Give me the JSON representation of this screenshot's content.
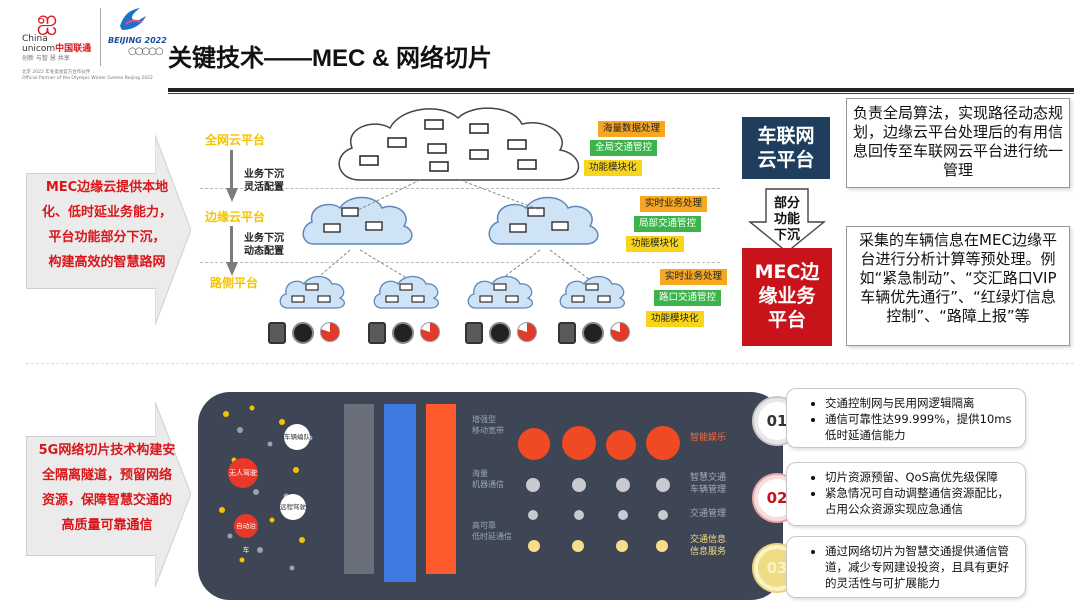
{
  "header": {
    "brand_line1": "China",
    "brand_line2_a": "unicom",
    "brand_line2_b": "中国联通",
    "brand_line3": "创新  与智  慧    共享",
    "olympic_text": "BEIJING 2022",
    "partner_line1": "北京 2022 年冬奥会官方合作伙伴",
    "partner_line2": "Official Partner of the Olympic Winter Games Beijing 2022",
    "title": "关键技术——MEC & 网络切片"
  },
  "top_left_arrow": {
    "lines": [
      "MEC边缘云提供本地",
      "化、低时延业务能力，",
      "平台功能部分下沉，",
      "构建高效的智慧路网"
    ]
  },
  "diagram": {
    "levels": [
      "全网云平台",
      "边缘云平台",
      "路侧平台"
    ],
    "step1": [
      "业务下沉",
      "灵活配置"
    ],
    "step2": [
      "业务下沉",
      "动态配置"
    ],
    "tags_top": [
      "海量数据处理",
      "全局交通管控",
      "功能模块化"
    ],
    "tags_mid": [
      "实时业务处理",
      "局部交通管控",
      "功能模块化"
    ],
    "tags_bottom": [
      "实时业务处理",
      "路口交通管控",
      "功能模块化"
    ]
  },
  "right_top": {
    "cloud_platform": "车联网\n云平台",
    "cloud_desc": "负责全局算法，实现路径动态规划，边缘云平台处理后的有用信息回传至车联网云平台进行统一管理",
    "arrow_label": "部分\n功能\n下沉",
    "mec_platform": "MEC边\n缘业务\n平台",
    "mec_desc": "采集的车辆信息在MEC边缘平台进行分析计算等预处理。例如“紧急制动”、“交汇路口VIP车辆优先通行”、“红绿灯信息控制”、“路障上报”等"
  },
  "bottom_left_arrow": {
    "lines": [
      "5G网络切片技术构建安",
      "全隔离隧道，预留网络",
      "资源，保障智慧交通的",
      "高质量可靠通信"
    ]
  },
  "slice_panel": {
    "left_badges": [
      "无人驾驶",
      "车辆编队",
      "远程驾驶",
      "自动泊车"
    ],
    "row_labels": [
      "增强型\n移动宽带",
      "海量\n机器通信",
      "高可靠\n低时延通信"
    ],
    "right_labels": [
      "智能娱乐",
      "智慧交通\n车辆管理",
      "交通管理",
      "交通信息\n信息服务"
    ]
  },
  "info_items": [
    {
      "num": "01",
      "bullets": [
        "交通控制网与民用网逻辑隔离",
        "通信可靠性达99.999%，提供10ms低时延通信能力"
      ]
    },
    {
      "num": "02",
      "bullets": [
        "切片资源预留、QoS高优先级保障",
        "紧急情况可自动调整通信资源配比，占用公众资源实现应急通信"
      ]
    },
    {
      "num": "03",
      "bullets": [
        "通过网络切片为智慧交通提供通信管道，减少专网建设投资，且具有更好的灵活性与可扩展能力"
      ]
    }
  ],
  "colors": {
    "accent_red": "#d8161b",
    "navy": "#1f3d5c",
    "panel": "#3e4555"
  }
}
